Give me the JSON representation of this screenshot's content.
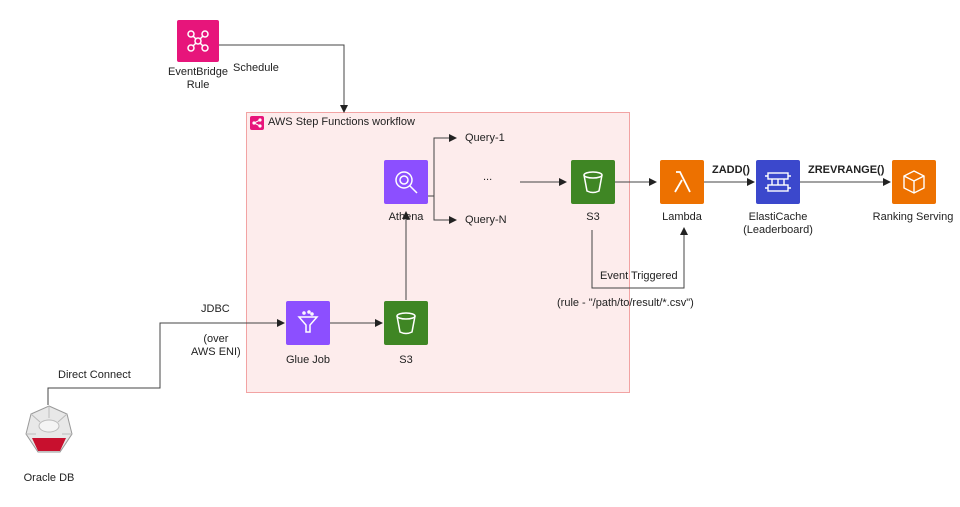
{
  "group": {
    "title": "AWS Step Functions workflow"
  },
  "nodes": {
    "eventbridge": {
      "label_line1": "EventBridge",
      "label_line2": "Rule",
      "color": "#e7157b"
    },
    "athena": {
      "label": "Athena",
      "color": "#8c4fff"
    },
    "s3_result": {
      "label": "S3",
      "color": "#3f8624"
    },
    "s3_staging": {
      "label": "S3",
      "color": "#3f8624"
    },
    "glue": {
      "label": "Glue Job",
      "color": "#8c4fff"
    },
    "lambda": {
      "label": "Lambda",
      "color": "#ed7100"
    },
    "elasticache": {
      "label_line1": "ElastiCache",
      "label_line2": "(Leaderboard)",
      "color": "#3b48cc"
    },
    "ranking": {
      "label": "Ranking Serving",
      "color": "#ed7100"
    },
    "oracle": {
      "label": "Oracle DB"
    }
  },
  "edges": {
    "schedule": "Schedule",
    "query1": "Query-1",
    "ellipsis": "...",
    "queryN": "Query-N",
    "event_triggered": "Event Triggered",
    "rule": "(rule - \"/path/to/result/*.csv\")",
    "zadd": "ZADD()",
    "zrevrange": "ZREVRANGE()",
    "jdbc": "JDBC",
    "over_line1": "(over",
    "over_line2": "AWS ENI)",
    "direct_connect": "Direct Connect"
  }
}
